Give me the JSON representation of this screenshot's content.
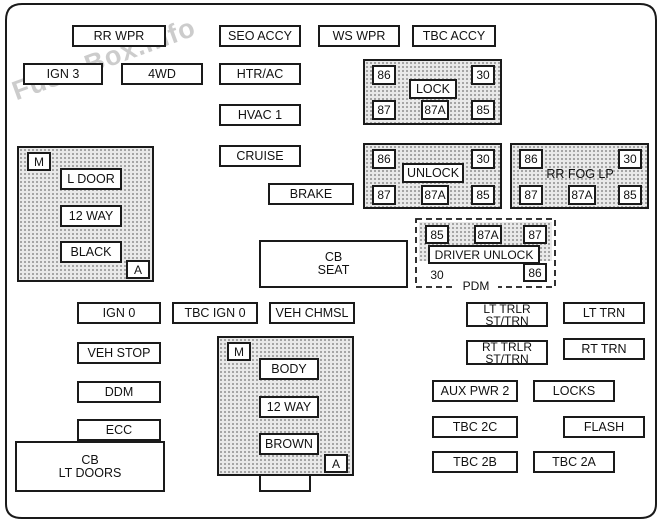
{
  "watermark": "Fuse-Box.info",
  "fuses": {
    "rr_wpr": "RR WPR",
    "seo_accy": "SEO ACCY",
    "ws_wpr": "WS WPR",
    "tbc_accy": "TBC ACCY",
    "ign3": "IGN 3",
    "fwd": "4WD",
    "htr_ac": "HTR/AC",
    "hvac1": "HVAC 1",
    "cruise": "CRUISE",
    "brake": "BRAKE",
    "cb_seat_1": "CB",
    "cb_seat_2": "SEAT",
    "ign0": "IGN 0",
    "tbc_ign0": "TBC IGN 0",
    "veh_chmsl": "VEH CHMSL",
    "veh_stop": "VEH STOP",
    "ddm": "DDM",
    "ecc": "ECC",
    "cb_lt_doors_1": "CB",
    "cb_lt_doors_2": "LT DOORS",
    "lt_trlr_1": "LT TRLR",
    "lt_trlr_2": "ST/TRN",
    "lt_trn": "LT TRN",
    "rt_trlr_1": "RT TRLR",
    "rt_trlr_2": "ST/TRN",
    "rt_trn": "RT TRN",
    "aux_pwr2": "AUX PWR 2",
    "locks": "LOCKS",
    "tbc_2c": "TBC 2C",
    "flash": "FLASH",
    "tbc_2b": "TBC 2B",
    "tbc_2a": "TBC 2A"
  },
  "relays": {
    "lock": {
      "label": "LOCK",
      "pins": [
        "86",
        "30",
        "87",
        "87A",
        "85"
      ]
    },
    "unlock": {
      "label": "UNLOCK",
      "pins": [
        "86",
        "30",
        "87",
        "87A",
        "85"
      ]
    },
    "rr_fog_lp": {
      "label": "RR FOG LP",
      "pins": [
        "86",
        "30",
        "87",
        "87A",
        "85"
      ]
    },
    "driver_unlock": {
      "label": "DRIVER UNLOCK",
      "pins": [
        "85",
        "87A",
        "87",
        "30",
        "86"
      ]
    }
  },
  "pdm": "PDM",
  "connectors": {
    "left": {
      "corner_top": "M",
      "corner_bottom": "A",
      "labels": [
        "L DOOR",
        "12 WAY",
        "BLACK"
      ]
    },
    "bottom": {
      "corner_top": "M",
      "corner_bottom": "A",
      "labels": [
        "BODY",
        "12 WAY",
        "BROWN"
      ]
    }
  }
}
